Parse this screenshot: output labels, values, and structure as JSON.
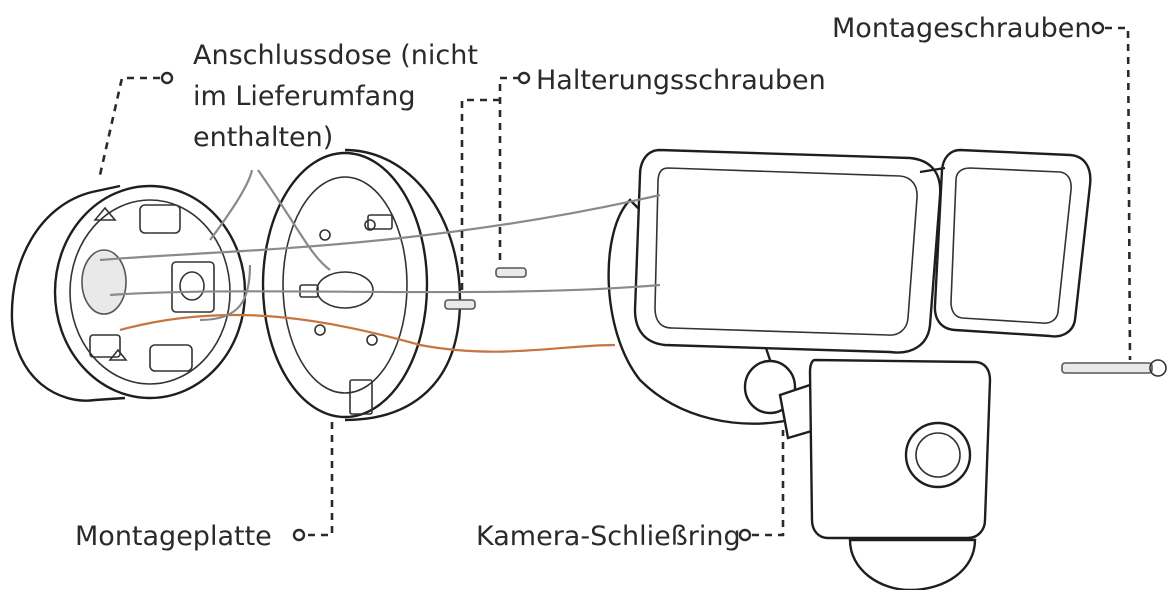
{
  "labels": {
    "junction_box_line1": "Anschlussdose (nicht",
    "junction_box_line2": "im Lieferumfang",
    "junction_box_line3": "enthalten)",
    "bracket_screws": "Halterungsschrauben",
    "mounting_screws": "Montageschrauben",
    "mounting_plate": "Montageplatte",
    "camera_lock_ring": "Kamera-Schließring"
  }
}
